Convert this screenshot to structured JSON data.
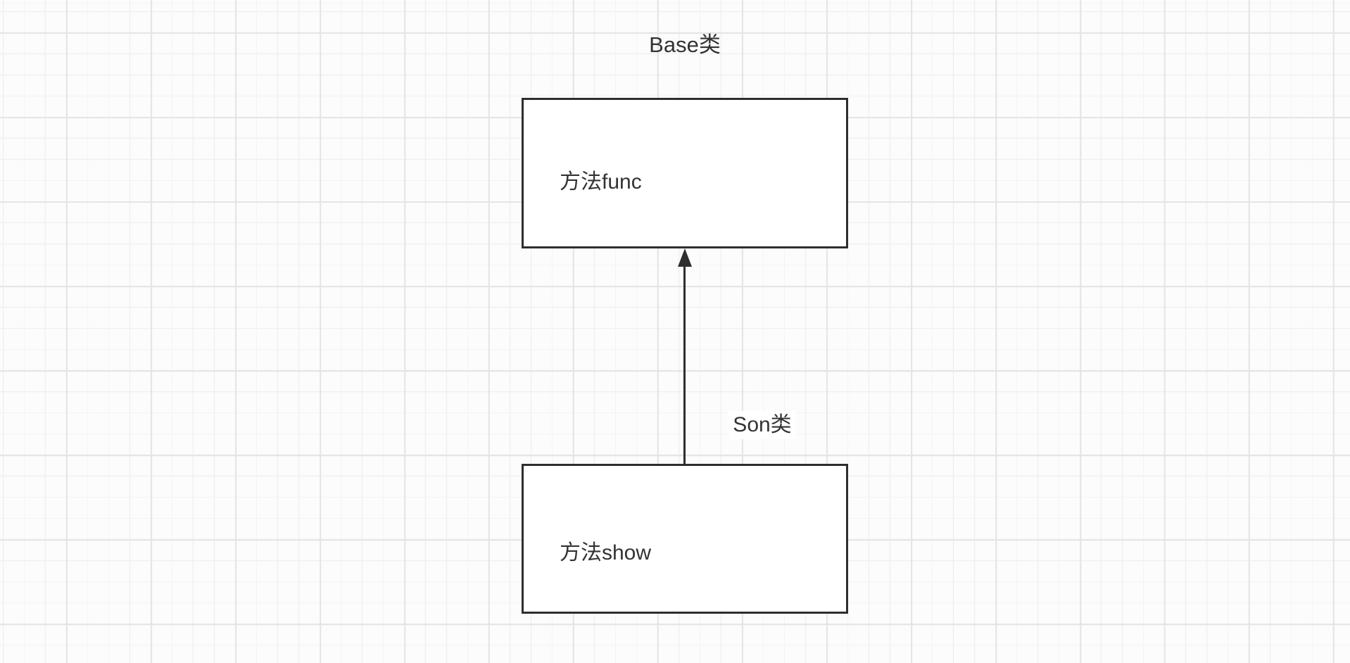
{
  "colors": {
    "background": "#fcfcfc",
    "grid_minor": "#efefef",
    "grid_major": "#e4e4e4",
    "stroke": "#2e2e2e",
    "text": "#333333",
    "node_fill": "#ffffff"
  },
  "diagram": {
    "title": "Base类",
    "nodes": [
      {
        "id": "base",
        "label": "方法func"
      },
      {
        "id": "son",
        "label": "方法show"
      }
    ],
    "edge": {
      "label": "Son类",
      "from": "son",
      "to": "base",
      "direction": "up",
      "head": "filled-triangle"
    }
  }
}
